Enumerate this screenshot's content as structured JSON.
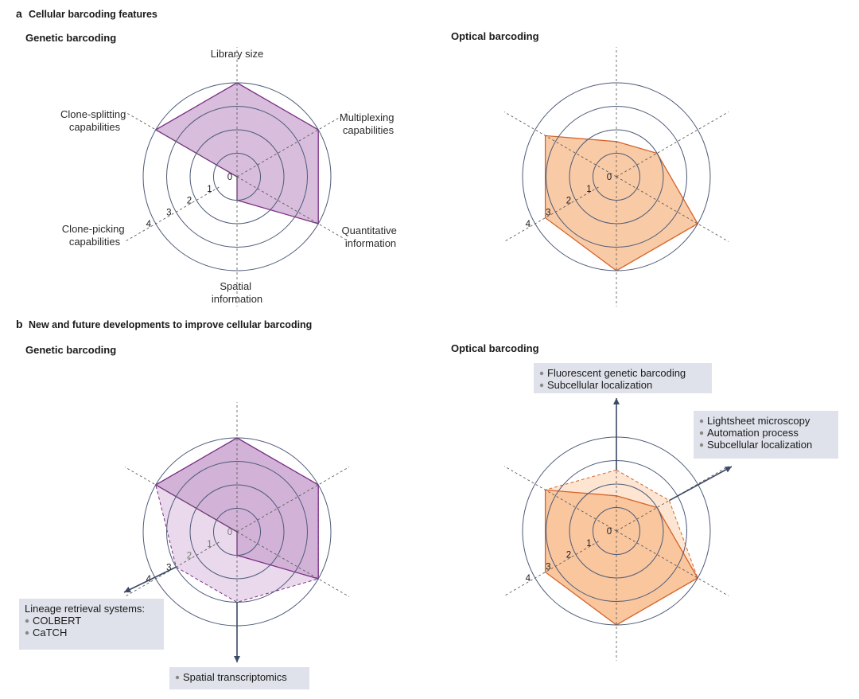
{
  "panels": {
    "a": {
      "letter": "a",
      "title": "Cellular barcoding features"
    },
    "b": {
      "letter": "b",
      "title": "New and future developments to improve cellular barcoding"
    }
  },
  "axes": [
    "Library size",
    "Multiplexing capabilities",
    "Quantitative information",
    "Spatial information",
    "Clone-picking capabilities",
    "Clone-splitting capabilities"
  ],
  "tick_labels": [
    "0",
    "1",
    "2",
    "3",
    "4"
  ],
  "colors": {
    "genetic_fill": "#c9a3cf",
    "genetic_stroke": "#7b2f86",
    "genetic_future_fill": "#ead9ec",
    "optical_fill": "#f8be93",
    "optical_stroke": "#d4642a",
    "optical_future_fill": "#fde5d2",
    "ring": "#4c5a78",
    "callout_bg": "#dfe2ea",
    "arrow": "#3c4a66"
  },
  "chart_data": [
    {
      "type": "radar",
      "panel": "a",
      "title": "Genetic barcoding",
      "axes_labels": [
        "Library size",
        "Multiplexing capabilities",
        "Quantitative information",
        "Spatial information",
        "Clone-picking capabilities",
        "Clone-splitting capabilities"
      ],
      "rlim": [
        0,
        4
      ],
      "series": [
        {
          "values": [
            4,
            4,
            4,
            1,
            0,
            4
          ]
        }
      ]
    },
    {
      "type": "radar",
      "panel": "a",
      "title": "Optical barcoding",
      "axes_labels": [],
      "rlim": [
        0,
        4
      ],
      "series": [
        {
          "values": [
            1.5,
            2,
            4,
            4,
            3.5,
            3.5
          ]
        }
      ]
    },
    {
      "type": "radar",
      "panel": "b",
      "title": "Genetic barcoding",
      "axes_labels": [],
      "rlim": [
        0,
        4
      ],
      "series": [
        {
          "values": [
            4,
            4,
            4,
            1,
            0,
            4
          ],
          "style": "current"
        },
        {
          "values": [
            4,
            4,
            4,
            3,
            3,
            4
          ],
          "style": "future"
        }
      ],
      "callouts": [
        {
          "lines": [
            "Lineage retrieval systems:",
            "COLBERT",
            "CaTCH"
          ],
          "bullets": [
            false,
            true,
            true
          ]
        },
        {
          "lines": [
            "Spatial transcriptomics"
          ],
          "bullets": [
            true
          ]
        }
      ]
    },
    {
      "type": "radar",
      "panel": "b",
      "title": "Optical barcoding",
      "axes_labels": [],
      "rlim": [
        0,
        4
      ],
      "series": [
        {
          "values": [
            1.5,
            2,
            4,
            4,
            3.5,
            3.5
          ],
          "style": "current"
        },
        {
          "values": [
            2.6,
            2.6,
            4,
            4,
            3.5,
            3.5
          ],
          "style": "future"
        }
      ],
      "callouts": [
        {
          "lines": [
            "Fluorescent genetic barcoding",
            "Subcellular localization"
          ],
          "bullets": [
            true,
            true
          ]
        },
        {
          "lines": [
            "Lightsheet microscopy",
            "Automation process",
            "Subcellular localization"
          ],
          "bullets": [
            true,
            true,
            true
          ]
        }
      ]
    }
  ]
}
